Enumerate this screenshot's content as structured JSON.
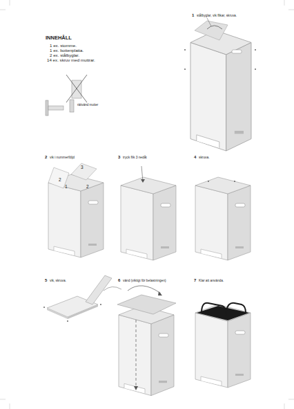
{
  "diagram": {
    "title": "INNEHÅLL",
    "labels": [
      "1 ex. stomme.",
      "1 ex. bottenplatta.",
      "2 ex. stålbyglar.",
      "14 ex. skruv med muttrar.",
      "rättvänd mutter",
      "1",
      "stålbyglar, vik flikar, skruva.",
      "2",
      "vik i nummerföljd",
      "2",
      "3",
      "1",
      "2",
      "3",
      "tryck flik 3 nedåt",
      "4",
      "skruva.",
      "5",
      "vik, skruva.",
      "6",
      "vänd (viktigt för belastningen)",
      "7",
      "Klar att använda."
    ]
  }
}
